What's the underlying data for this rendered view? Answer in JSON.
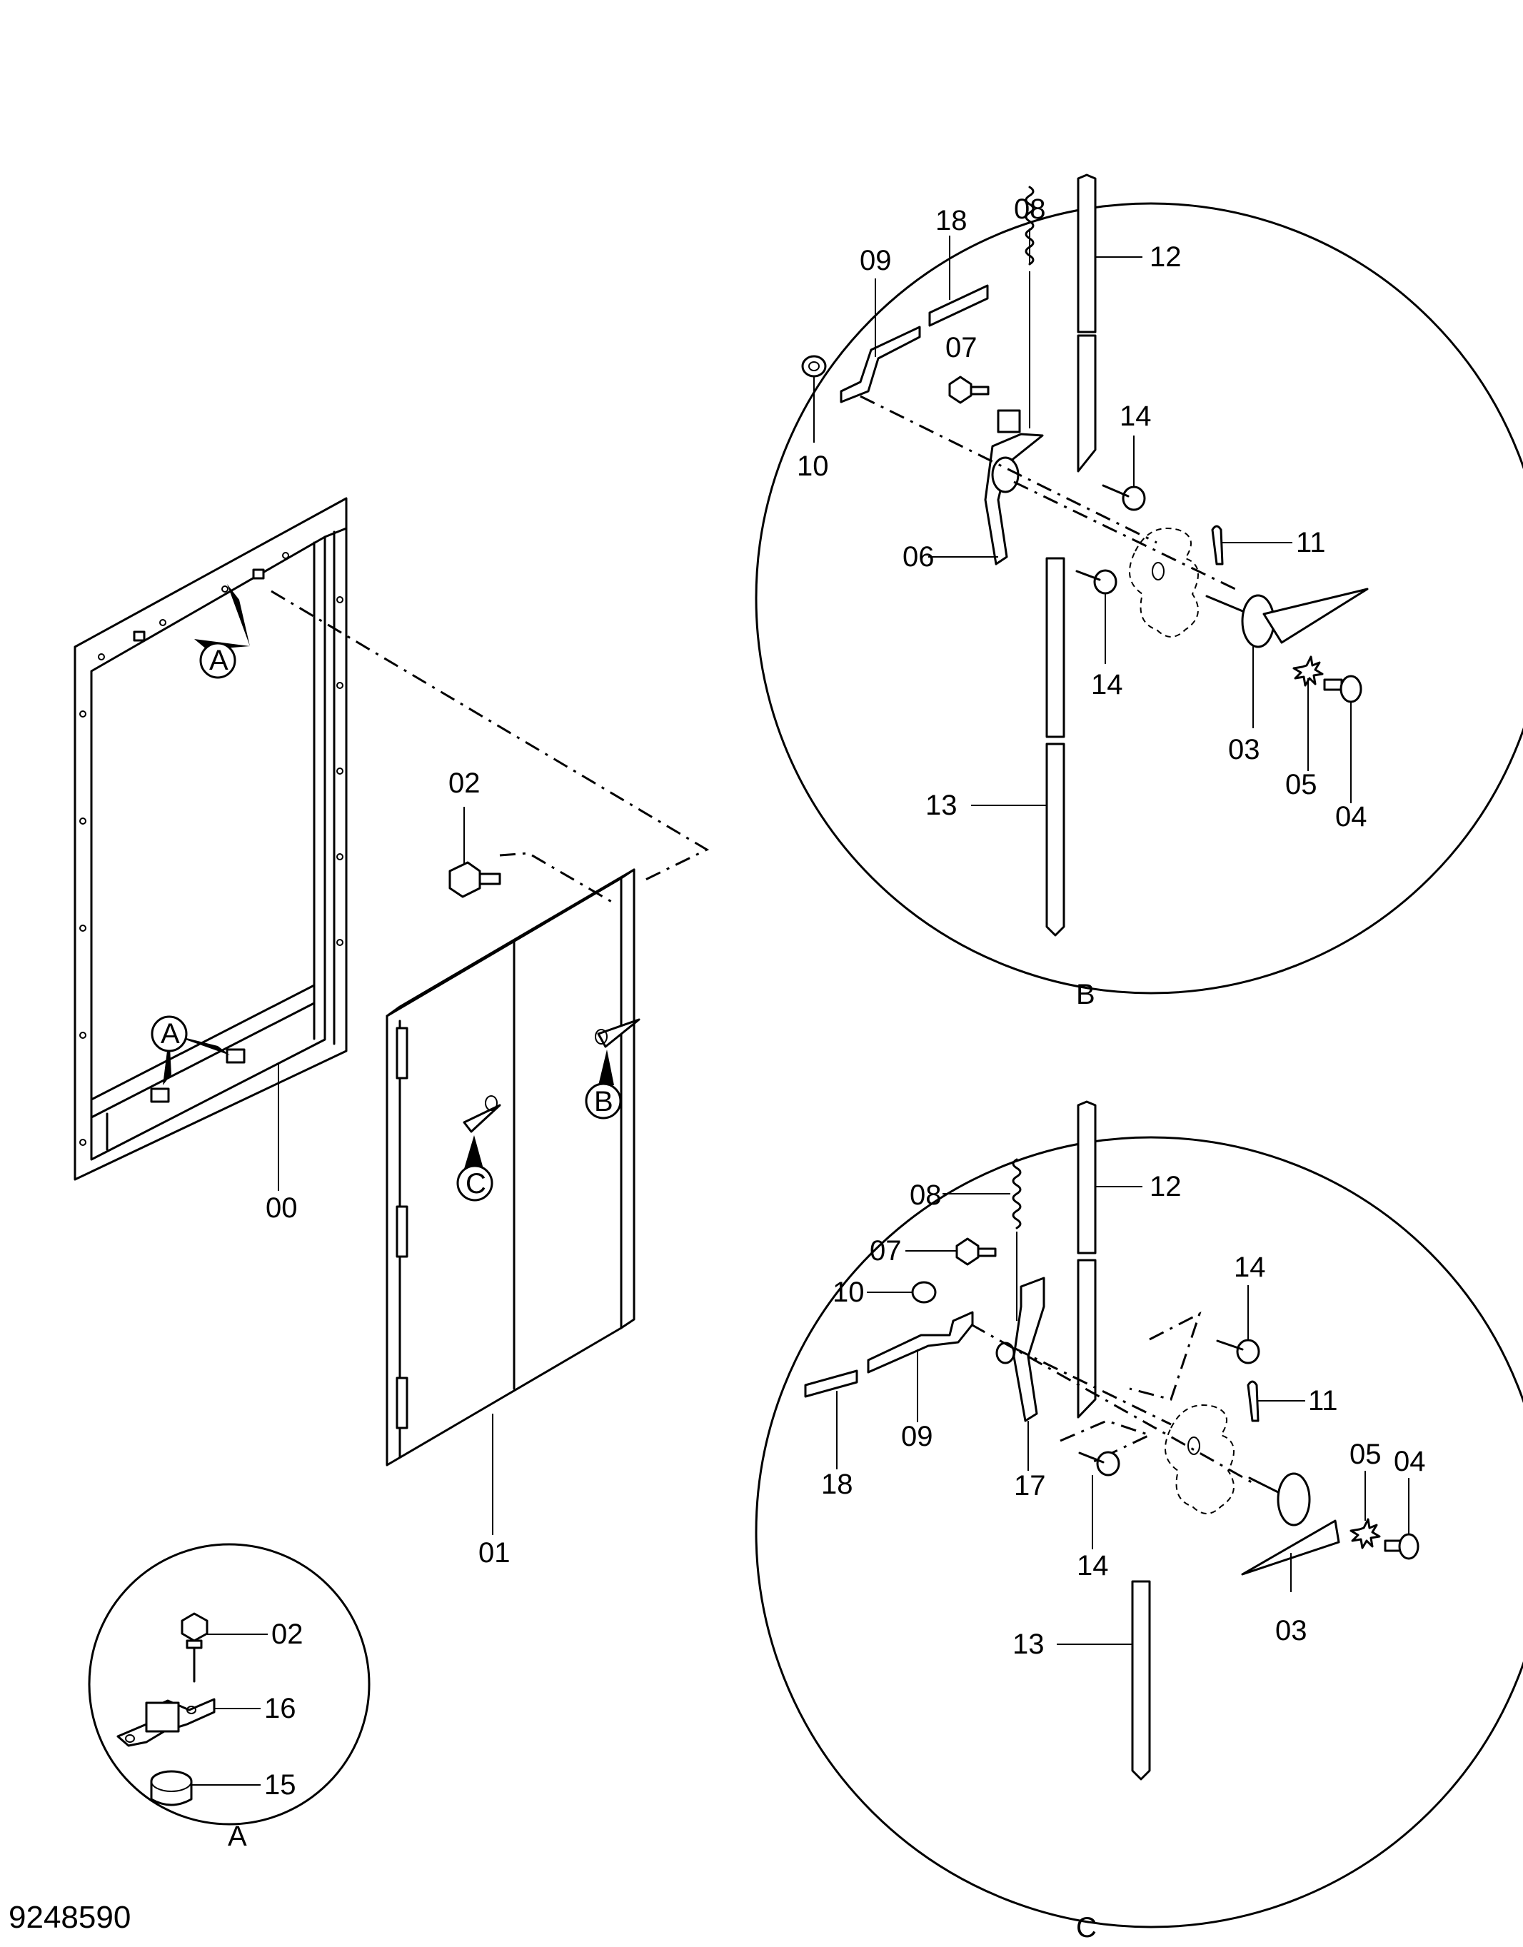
{
  "drawing_number": "9248590",
  "part_labels": {
    "p00": "00",
    "p01": "01",
    "p02": "02",
    "p03": "03",
    "p04": "04",
    "p05": "05",
    "p06": "06",
    "p07": "07",
    "p08": "08",
    "p09": "09",
    "p10": "10",
    "p11": "11",
    "p12": "12",
    "p13": "13",
    "p14": "14",
    "p15": "15",
    "p16": "16",
    "p17": "17",
    "p18": "18"
  },
  "view_labels": {
    "a": "A",
    "b": "B",
    "c": "C"
  }
}
